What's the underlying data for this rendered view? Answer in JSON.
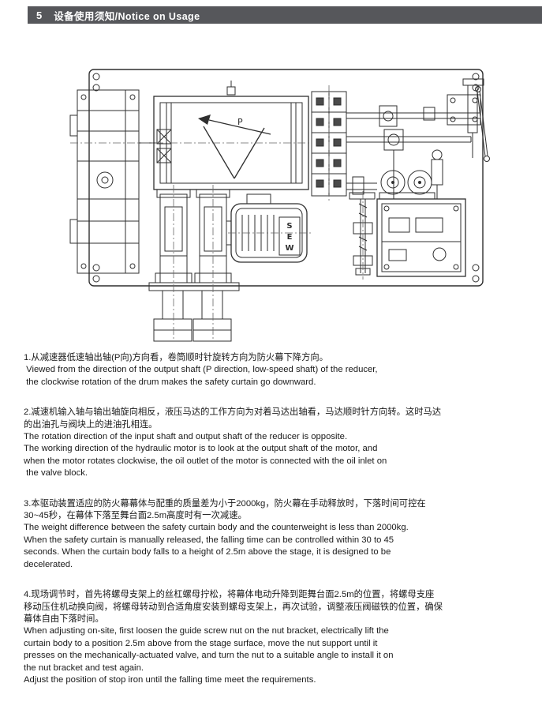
{
  "header": {
    "number": "5",
    "title": "设备使用须知/Notice on Usage"
  },
  "diagram": {
    "p_label": "P",
    "motor_letters": [
      "S",
      "E",
      "W"
    ],
    "line_color": "#2f2f2f"
  },
  "paragraphs": [
    {
      "lines": [
        "1.从减速器低速轴出轴(P向)方向看，卷筒顺时针旋转方向为防火幕下降方向。",
        " Viewed from the direction of the output shaft (P direction, low-speed shaft) of the reducer,",
        " the clockwise rotation of the drum makes the safety curtain go downward."
      ]
    },
    {
      "lines": [
        "2.减速机输入轴与输出轴旋向相反，液压马达的工作方向为对着马达出轴看，马达顺时针方向转。这时马达",
        "的出油孔与阀块上的进油孔相连。",
        "The rotation direction of the input shaft and output shaft of the reducer is opposite.",
        "The working direction of the hydraulic motor is to look at the output shaft of the motor, and",
        "when the motor rotates clockwise, the oil outlet of the motor is connected with the oil inlet on",
        " the valve block."
      ]
    },
    {
      "lines": [
        "3.本驱动装置适应的防火幕幕体与配重的质量差为小于2000kg，防火幕在手动释放时，下落时间可控在",
        "30~45秒，在幕体下落至舞台面2.5m高度时有一次减速。",
        "The weight difference between the safety curtain body and the counterweight is less than 2000kg.",
        "When the safety curtain is manually released, the falling time can be controlled within 30 to 45",
        "seconds. When the curtain body falls to a height of 2.5m above the stage, it is designed to be",
        "decelerated."
      ]
    },
    {
      "lines": [
        "4.现场调节时，首先将螺母支架上的丝杠螺母拧松，将幕体电动升降到距舞台面2.5m的位置，将螺母支座",
        "移动压住机动换向阀，将螺母转动到合适角度安装到螺母支架上，再次试验，调整液压阀磁铁的位置，确保",
        "幕体自由下落时间。",
        "When adjusting on-site, first loosen the guide screw nut on the nut bracket, electrically lift the",
        "curtain body to a position 2.5m above from the stage surface, move the nut support until it",
        "presses on the mechanically-actuated valve, and turn the nut to a suitable angle to install it on",
        "the nut bracket and test again.",
        "Adjust the position of stop iron until the falling time meet the requirements."
      ]
    }
  ]
}
